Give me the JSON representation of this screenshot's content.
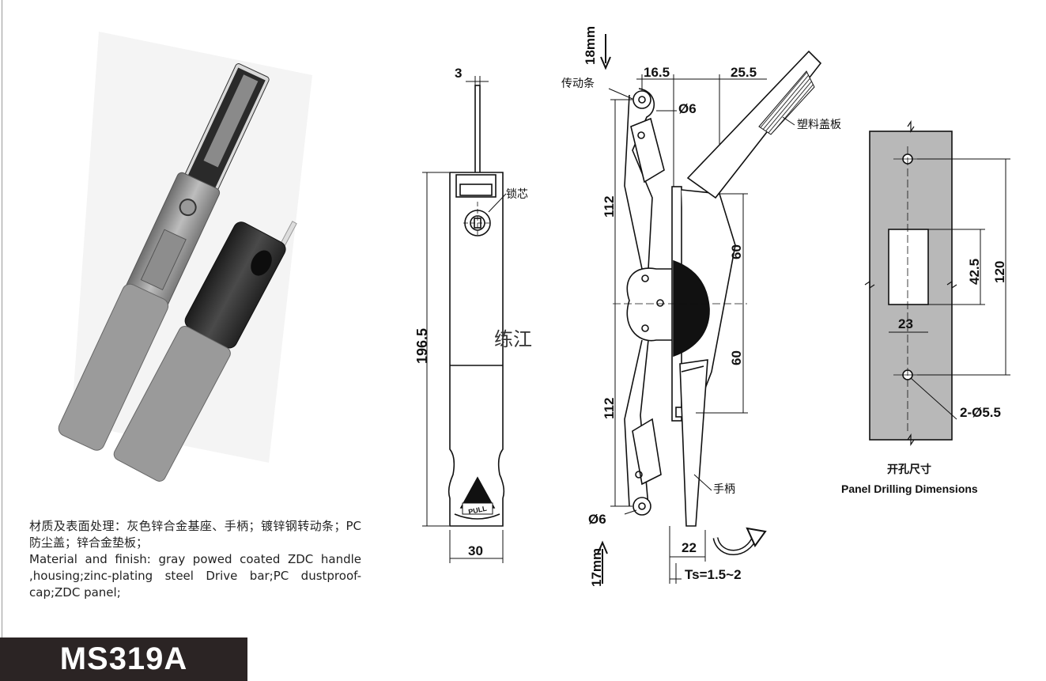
{
  "model": "MS319A",
  "watermark": "练江",
  "material": {
    "zh": "材质及表面处理：灰色锌合金基座、手柄；镀锌钢转动条；PC防尘盖；锌合金垫板；",
    "en": "Material and finish: gray powed coated ZDC handle ,housing;zinc-plating steel Drive bar;PC dustproof-cap;ZDC panel;"
  },
  "front_view": {
    "dim_top": "3",
    "dim_height": "196.5",
    "dim_width": "30",
    "label_core": "锁芯",
    "pull_text": "PULL"
  },
  "side_view": {
    "dim_up": "18mm",
    "dim_down": "17mm",
    "dim_16_5": "16.5",
    "dim_25_5": "25.5",
    "dim_dia_top": "Ø6",
    "dim_dia_bottom": "Ø6",
    "dim_112_top": "112",
    "dim_112_bottom": "112",
    "dim_60_top": "60",
    "dim_60_bottom": "60",
    "dim_22": "22",
    "dim_ts": "Ts=1.5~2",
    "label_drive_bar": "传动条",
    "label_cover": "塑料盖板",
    "label_handle": "手柄"
  },
  "panel": {
    "dim_42_5": "42.5",
    "dim_120": "120",
    "dim_23": "23",
    "dim_holes": "2-Ø5.5",
    "title_zh": "开孔尺寸",
    "title_en": "Panel Drilling Dimensions"
  }
}
